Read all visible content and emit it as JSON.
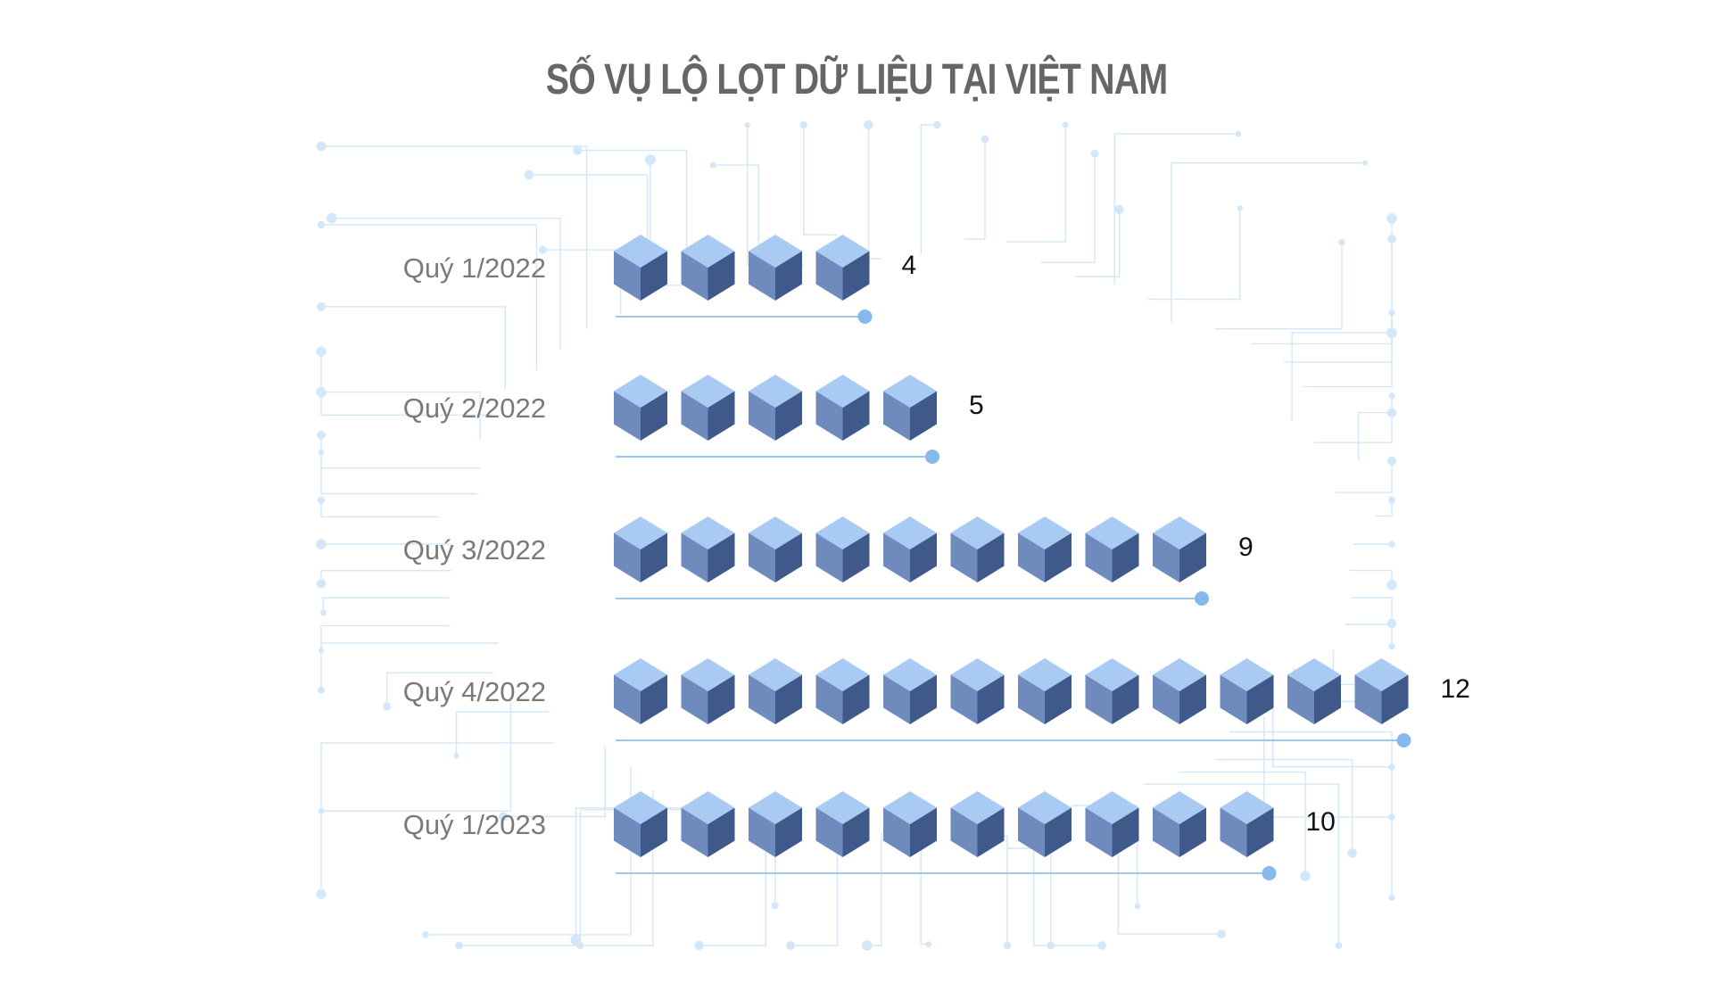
{
  "chart_data": {
    "type": "bar",
    "title": "SỐ VỤ LỘ LỌT DỮ LIỆU TẠI VIỆT NAM",
    "categories": [
      "Quý 1/2022",
      "Quý 2/2022",
      "Quý 3/2022",
      "Quý 4/2022",
      "Quý 1/2023"
    ],
    "values": [
      4,
      5,
      9,
      12,
      10
    ],
    "value_labels": [
      "4",
      "5",
      "9",
      "12",
      "10"
    ],
    "orientation": "horizontal",
    "mark": "cube-pictogram",
    "unit_per_icon": 1,
    "legend": "none",
    "grid": false
  },
  "colors": {
    "title": "#666666",
    "category_label": "#7a7a7a",
    "value_label": "#111111",
    "cube_top": "#a9caf2",
    "cube_left": "#6f8bbd",
    "cube_right": "#3f5a8a",
    "guide_line": "#9cc8f0",
    "guide_dot": "#86b8ec",
    "circuit": "#d3e7f8"
  }
}
